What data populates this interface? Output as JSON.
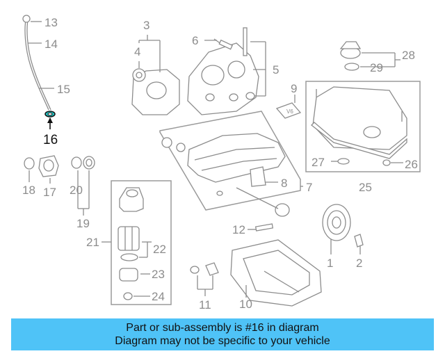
{
  "labels": {
    "p1": "1",
    "p2": "2",
    "p3": "3",
    "p4": "4",
    "p5": "5",
    "p6": "6",
    "p7": "7",
    "p8": "8",
    "p9": "9",
    "p10": "10",
    "p11": "11",
    "p12": "12",
    "p13": "13",
    "p14": "14",
    "p15": "15",
    "p16": "16",
    "p17": "17",
    "p18": "18",
    "p19": "19",
    "p20": "20",
    "p21": "21",
    "p22": "22",
    "p23": "23",
    "p24": "24",
    "p25": "25",
    "p26": "26",
    "p27": "27",
    "p28": "28",
    "p29": "29"
  },
  "highlighted_part": "16",
  "caption": {
    "line1": "Part or sub-assembly is #16 in diagram",
    "line2": "Diagram may not be specific to your vehicle"
  },
  "colors": {
    "caption_background": "#4fc3f7",
    "highlight_part": "#26c6c6",
    "line_art": "#8c8c8c"
  }
}
